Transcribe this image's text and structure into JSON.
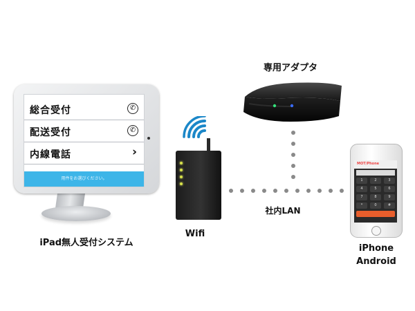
{
  "ipad": {
    "menu": [
      {
        "label": "総合受付",
        "icon": "phone-icon"
      },
      {
        "label": "配送受付",
        "icon": "phone-icon"
      },
      {
        "label": "内線電話",
        "icon": "chevron-right-icon"
      }
    ],
    "footer_text": "用件をお選びください。",
    "caption": "iPad無人受付システム"
  },
  "router": {
    "caption": "Wifi"
  },
  "adapter": {
    "caption": "専用アダプタ"
  },
  "lan": {
    "caption": "社内LAN"
  },
  "phone": {
    "caption_line1": "iPhone",
    "caption_line2": "Android",
    "screen_title": "MOT/Phone"
  },
  "colors": {
    "ipad_bar": "#3db5e8",
    "wifi_waves": "#1b87c8",
    "connector_dots": "#8a8a8a",
    "led": "#d8e24a"
  }
}
